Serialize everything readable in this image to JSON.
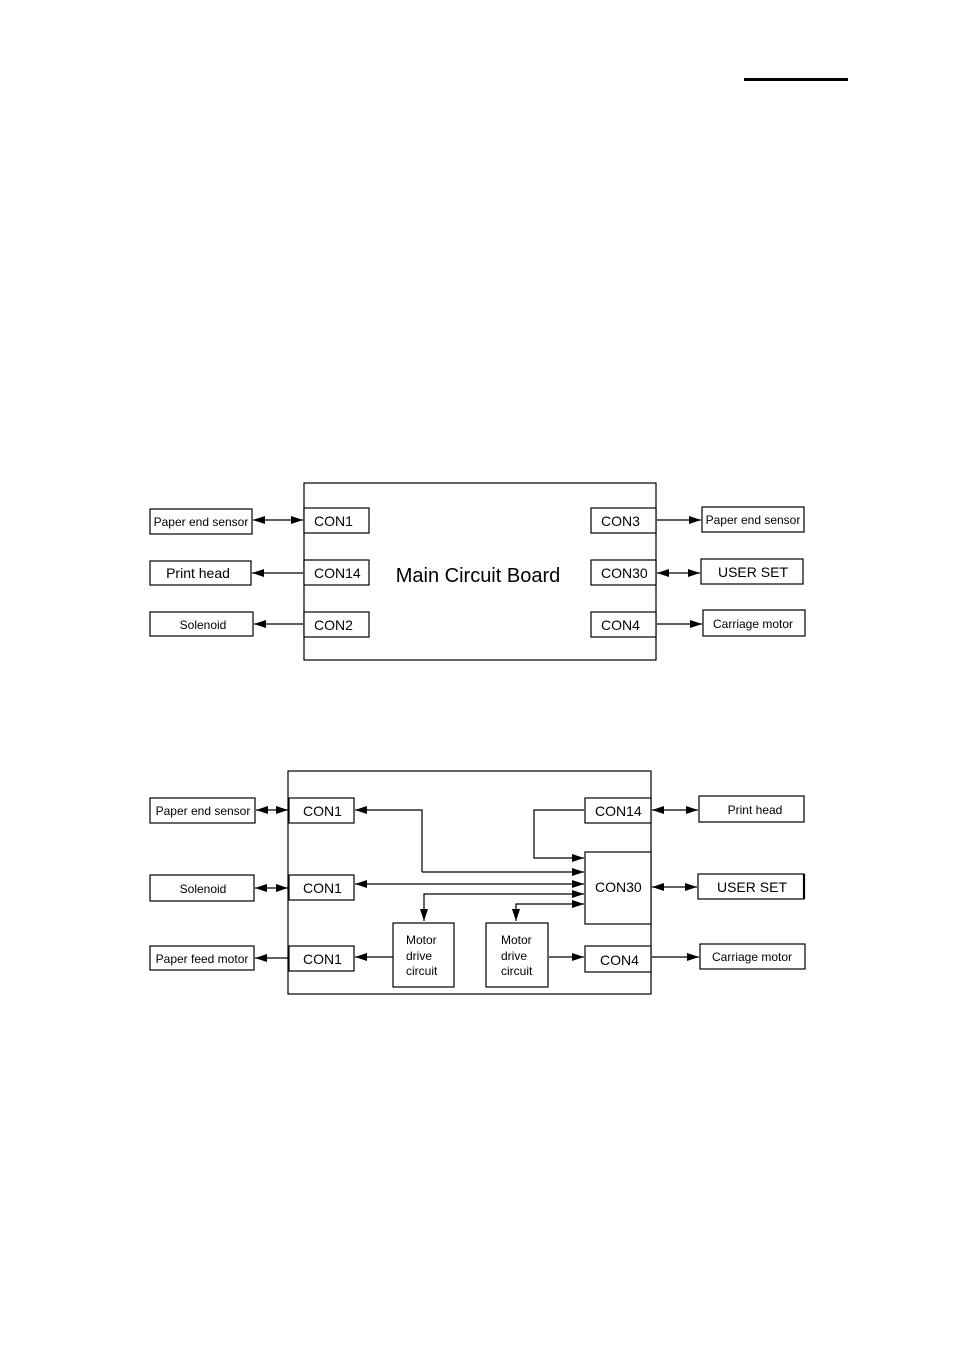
{
  "diagram1": {
    "main_board_label": "Main Circuit Board",
    "left_connectors": [
      "CON1",
      "CON14",
      "CON2"
    ],
    "right_connectors": [
      "CON3",
      "CON30",
      "CON4"
    ],
    "left_devices": [
      "Paper end sensor",
      "Print head",
      "Solenoid"
    ],
    "right_devices": [
      "Paper end sensor",
      "USER SET",
      "Carriage motor"
    ]
  },
  "diagram2": {
    "left_connectors": [
      "CON1",
      "CON1",
      "CON1"
    ],
    "left_devices": [
      "Paper end sensor",
      "Solenoid",
      "Paper feed motor"
    ],
    "con14": "CON14",
    "con30": "CON30",
    "con4": "CON4",
    "right_devices": [
      "Print head",
      "USER SET",
      "Carriage motor"
    ],
    "motor_drive_left": [
      "Motor",
      "drive",
      "circuit"
    ],
    "motor_drive_right": [
      "Motor",
      "drive",
      "circuit"
    ]
  }
}
